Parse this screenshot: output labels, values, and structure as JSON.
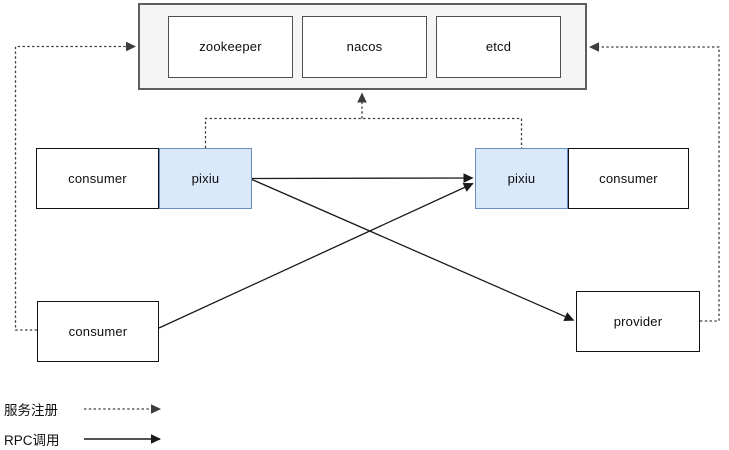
{
  "diagram": {
    "registry": {
      "items": [
        {
          "label": "zookeeper"
        },
        {
          "label": "nacos"
        },
        {
          "label": "etcd"
        }
      ]
    },
    "nodes": {
      "consumer_left": {
        "label": "consumer"
      },
      "pixiu_left": {
        "label": "pixiu"
      },
      "pixiu_right": {
        "label": "pixiu"
      },
      "consumer_right": {
        "label": "consumer"
      },
      "consumer_bottom": {
        "label": "consumer"
      },
      "provider": {
        "label": "provider"
      }
    },
    "legend": {
      "items": [
        {
          "label": "服务注册",
          "line_style": "dashed"
        },
        {
          "label": "RPC调用",
          "line_style": "solid"
        }
      ]
    },
    "colors": {
      "pixiu_fill": "#dae8fc",
      "pixiu_border": "#6c8ebf",
      "registry_fill": "#f5f5f5",
      "registry_border": "#5e5e5e",
      "node_fill": "#ffffff",
      "node_border": "#111111",
      "solid_edge": "#1a1a1a",
      "dashed_edge": "#3d3d3d"
    }
  }
}
